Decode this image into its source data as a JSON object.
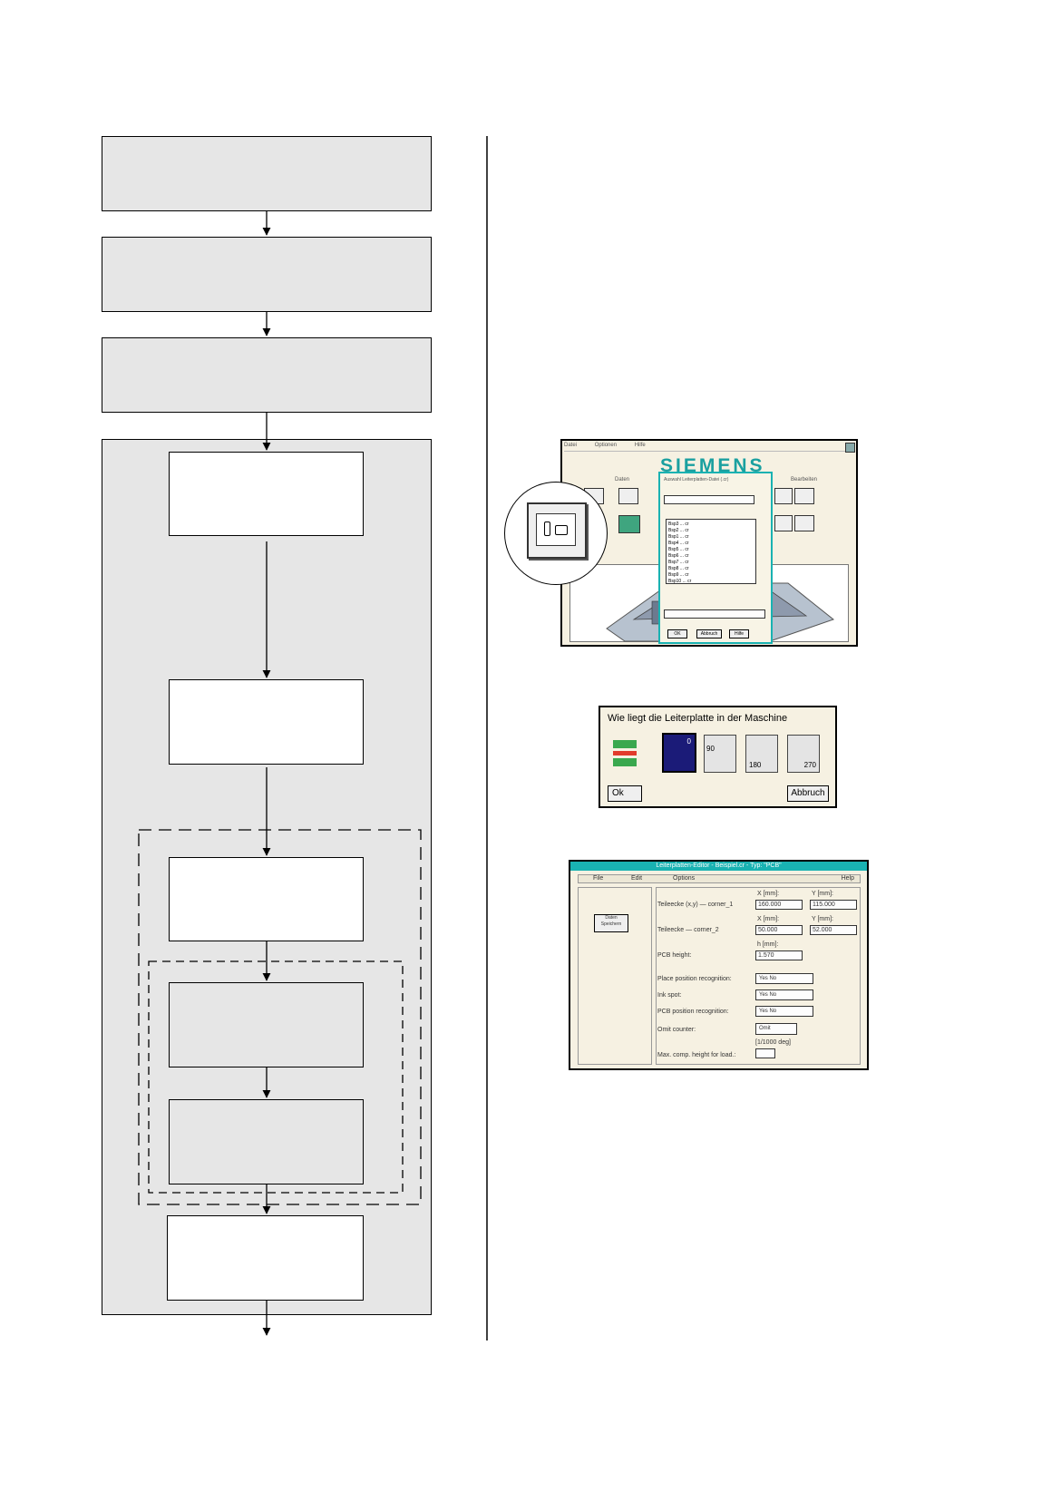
{
  "shot1": {
    "menu": [
      "Datei",
      "Optionen",
      "Hilfe"
    ],
    "logo": "SIEMENS",
    "group_left": "Daten",
    "group_right": "Bearbeiten",
    "dialog_title": "Auswahl Leiterplatten-Datei (.cr)",
    "file_items": [
      "Bsp3 ... cr",
      "Bsp2 ... cr",
      "Bsp1 ... cr",
      "Bsp4 ... cr",
      "Bsp5 ... cr",
      "Bsp6 ... cr",
      "Bsp7 ... cr",
      "Bsp8 ... cr",
      "Bsp9 ... cr",
      "Bsp10 ... cr"
    ],
    "buttons": [
      "OK",
      "Abbruch",
      "Hilfe"
    ]
  },
  "dialog2": {
    "question": "Wie liegt die Leiterplatte in der Maschine",
    "angles": [
      "0",
      "90",
      "180",
      "270"
    ],
    "ok": "Ok",
    "cancel": "Abbruch"
  },
  "dialog3": {
    "title": "Leiterplatten-Editor - Beispiel.cr - Typ: \"PCB\"",
    "menu": [
      "File",
      "Edit",
      "Options",
      "Help"
    ],
    "side_button": "Daten\nSpeichern",
    "rows": [
      {
        "label": "Teileecke (x,y) — corner_1",
        "head1": "X [mm]:",
        "head2": "Y [mm]:",
        "v1": "160.000",
        "v2": "115.000"
      },
      {
        "label": "Teileecke — corner_2",
        "head1": "X [mm]:",
        "head2": "Y [mm]:",
        "v1": "50.000",
        "v2": "52.000"
      },
      {
        "label": "PCB height:",
        "head1": "h [mm]:",
        "v1": "1.570"
      }
    ],
    "radios": [
      {
        "label": "Place position recognition:",
        "opts": "Yes   No"
      },
      {
        "label": "Ink spot:",
        "opts": "Yes   No"
      },
      {
        "label": "PCB position recognition:",
        "opts": "Yes   No"
      }
    ],
    "check_label": "Omit counter:",
    "check_value": "Omit",
    "last_label": "Max. comp. height for load.:",
    "last_head": "[1/1000 deg]"
  }
}
